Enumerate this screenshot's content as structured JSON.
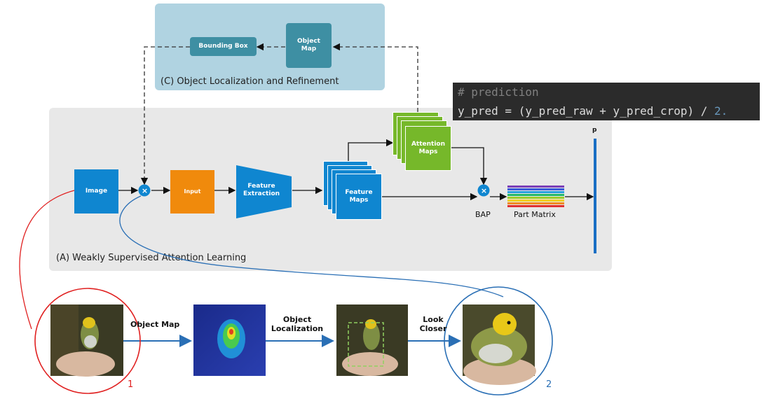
{
  "panels": {
    "localization_title": "(C) Object Localization and Refinement",
    "attention_title": "(A) Weakly Supervised Attention Learning"
  },
  "nodes": {
    "bounding_box": "Bounding Box",
    "object_map": "Object Map",
    "image": "Image",
    "input": "Input",
    "feature_extraction": "Feature Extraction",
    "feature_maps": "Feature Maps",
    "attention_maps": "Attention Maps",
    "bap": "BAP",
    "part_matrix": "Part Matrix",
    "p": "p",
    "multiply_symbol": "×"
  },
  "code": {
    "line1": "# prediction",
    "line2_prefix": "y_pred = (y_pred_raw + y_pred_crop) / ",
    "line2_number": "2."
  },
  "bottom": {
    "step1": "Object Map",
    "step2": "Object Localization",
    "step3": "Look Closer",
    "marker1": "1",
    "marker2": "2"
  },
  "colors": {
    "teal_box": "#3e8fa3",
    "blue_box": "#0f86d0",
    "orange_box": "#f08a0c",
    "green_box": "#76b82a",
    "red_circle": "#e02020",
    "blue_circle": "#2a6fb5"
  }
}
